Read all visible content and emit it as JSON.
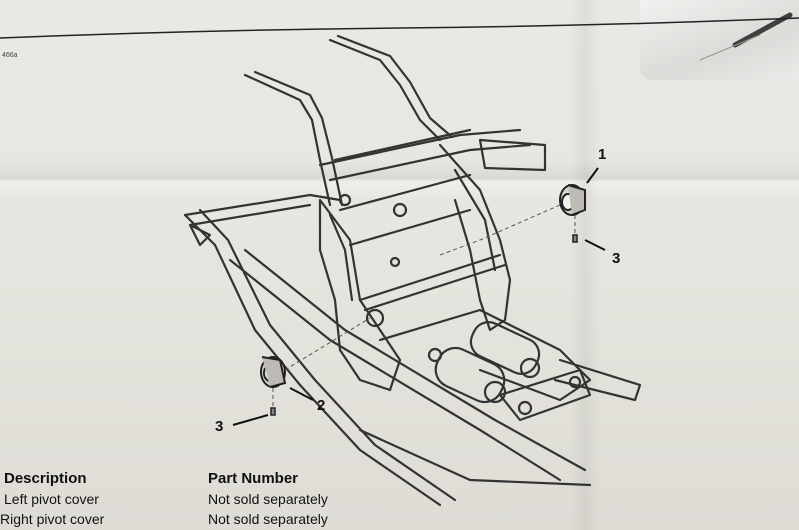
{
  "figure_code": "466a",
  "callouts": {
    "c1": "1",
    "c2": "2",
    "c3a": "3",
    "c3b": "3"
  },
  "parts_table": {
    "headers": {
      "description": "Description",
      "part_number": "Part Number"
    },
    "rows": [
      {
        "description": "Left pivot cover",
        "part_number": "Not sold separately"
      },
      {
        "description": "Right pivot cover",
        "part_number": "Not sold separately"
      }
    ]
  }
}
